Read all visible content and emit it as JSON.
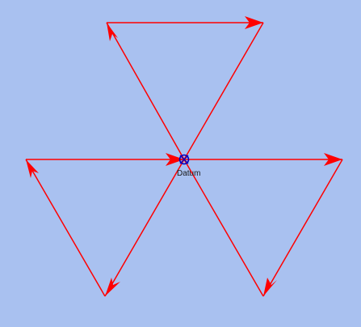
{
  "canvas": {
    "background_color": "#a9c1f0",
    "stroke_color": "#ff0000",
    "datum_color": "#0000c0",
    "label_color": "#1a1a1a"
  },
  "datum": {
    "label": "Datum",
    "icon": "datum-target-icon"
  },
  "vectors": [
    {
      "id": "top-left",
      "icon": "arrow-icon"
    },
    {
      "id": "top-horizontal",
      "icon": "arrow-icon"
    },
    {
      "id": "top-right",
      "icon": "line"
    },
    {
      "id": "middle-left-horizontal",
      "icon": "arrow-icon"
    },
    {
      "id": "middle-right-horizontal",
      "icon": "arrow-icon"
    },
    {
      "id": "bottom-left-diagonal",
      "icon": "arrow-icon"
    },
    {
      "id": "left-side",
      "icon": "arrow-icon"
    },
    {
      "id": "bottom-right-diagonal",
      "icon": "arrow-icon"
    },
    {
      "id": "right-side",
      "icon": "line"
    }
  ]
}
